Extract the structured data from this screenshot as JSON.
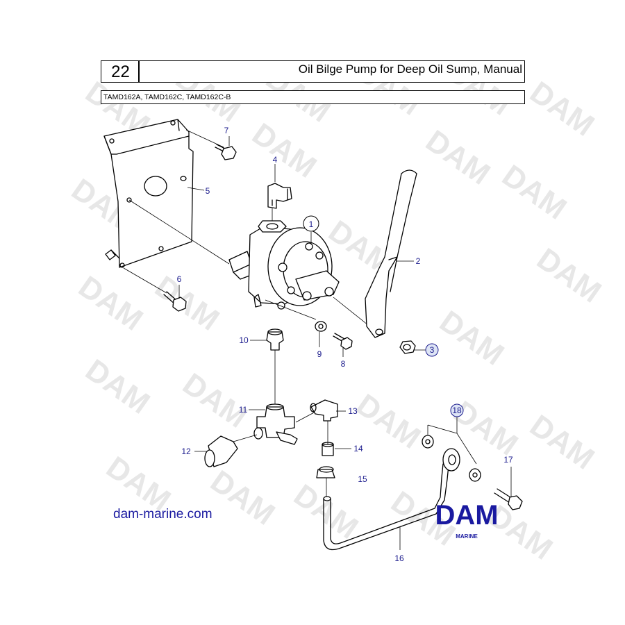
{
  "header": {
    "diagram_number": "22",
    "title": "Oil Bilge Pump for Deep Oil Sump, Manual",
    "models": "TAMD162A, TAMD162C, TAMD162C-B"
  },
  "watermark_text": "DAM",
  "website": "dam-marine.com",
  "logo": {
    "text": "DAM",
    "subtext": "MARINE",
    "color": "#1a1aa0"
  },
  "callouts": [
    "1",
    "2",
    "3",
    "4",
    "5",
    "6",
    "7",
    "8",
    "9",
    "10",
    "11",
    "12",
    "13",
    "14",
    "15",
    "16",
    "17",
    "18"
  ],
  "colors": {
    "callout": "#1a1a8c",
    "line": "#000000",
    "watermark": "#e7e7e7"
  }
}
